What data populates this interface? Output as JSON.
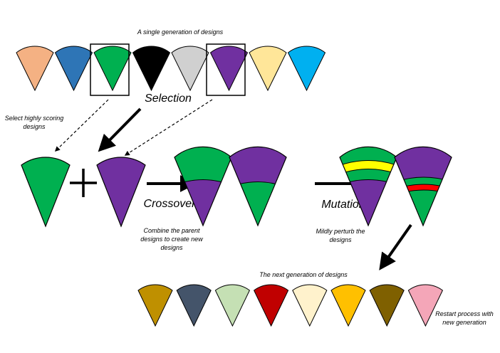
{
  "labels": {
    "generation_title": "A single generation of designs",
    "selection": "Selection",
    "select_note_1": "Select highly scoring",
    "select_note_2": "designs",
    "crossover": "Crossover",
    "crossover_note_1": "Combine the parent",
    "crossover_note_2": "designs to create new",
    "crossover_note_3": "designs",
    "mutation": "Mutation",
    "mutation_note_1": "Mildly perturb the",
    "mutation_note_2": "designs",
    "next_generation_title": "The next generation of designs",
    "restart_note_1": "Restart process with",
    "restart_note_2": "new generation"
  },
  "colors": {
    "green": "#00b050",
    "purple": "#7030a0",
    "yellow": "#ffff00",
    "red": "#ff0000",
    "generation": [
      "#f4b183",
      "#2e75b6",
      "#00b050",
      "#000000",
      "#d0d0d0",
      "#7030a0",
      "#ffe699",
      "#00b0f0"
    ],
    "next_generation": [
      "#bf9000",
      "#44546a",
      "#c5e0b4",
      "#c00000",
      "#fff2cc",
      "#ffc000",
      "#7f6000",
      "#f4a6b8"
    ]
  },
  "icons": {
    "plus": "plus-icon",
    "arrow": "arrow-icon"
  }
}
